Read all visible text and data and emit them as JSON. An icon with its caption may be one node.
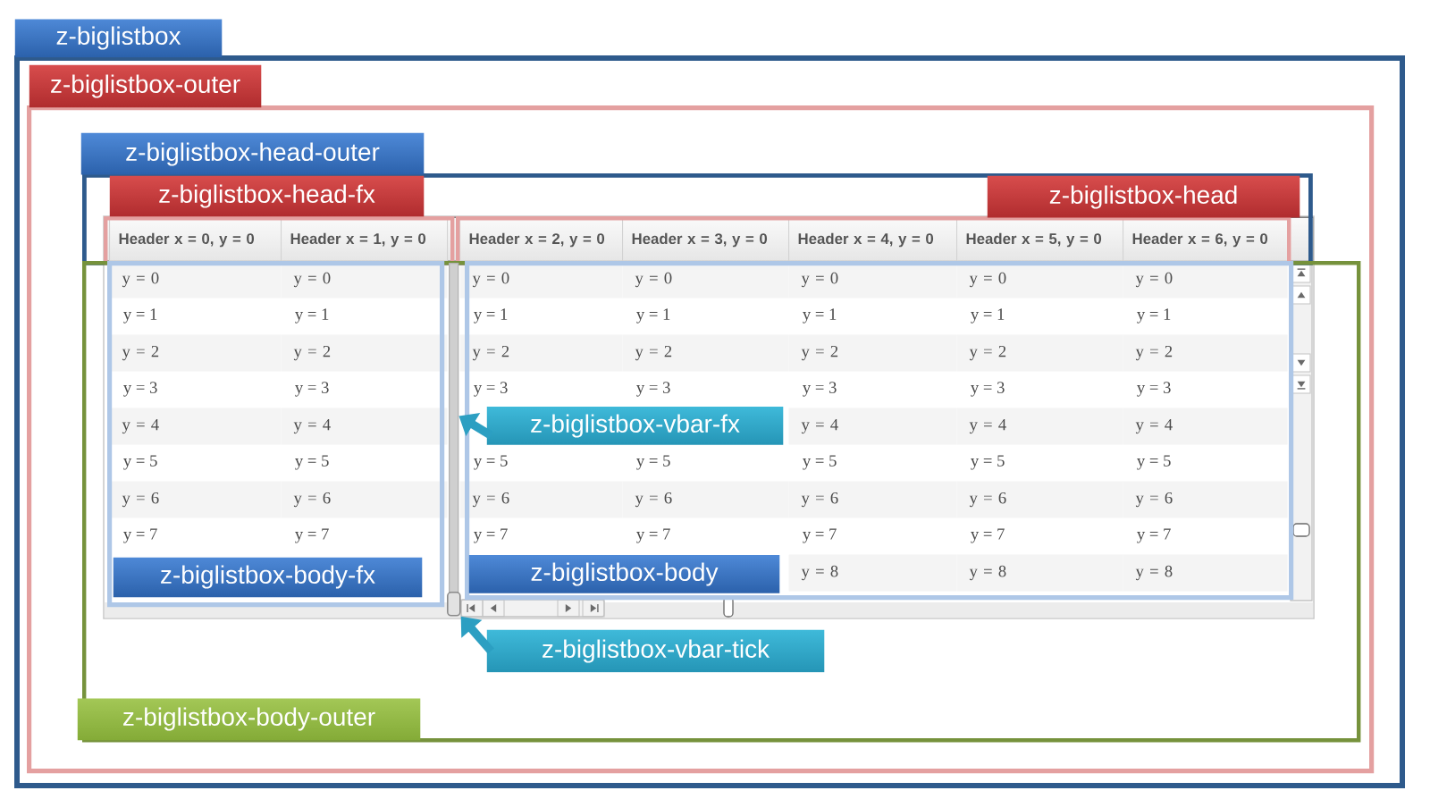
{
  "diagram": {
    "nodes": [
      {
        "text": [
          "z-biglistbox"
        ]
      },
      {
        "text": [
          "z-biglistbox-outer"
        ],
        "in": 0
      },
      {
        "text": [
          "z-biglistbox-head-outer"
        ],
        "in": 1
      },
      {
        "text": [
          "z-biglistbox-head-fx"
        ],
        "in": 2
      },
      {
        "text": [
          "z-biglistbox-head"
        ],
        "in": 2
      },
      {
        "text": [
          "z-biglistbox-body-outer"
        ],
        "in": 1
      },
      {
        "text": [
          "z-biglistbox-body-fx"
        ],
        "in": 5
      },
      {
        "text": [
          "z-biglistbox-body"
        ],
        "in": 5
      },
      {
        "text": [
          "z-biglistbox-vbar-fx"
        ],
        "in": 7
      },
      {
        "text": [],
        "shape": "bar",
        "in": 5
      },
      {
        "text": [
          "z-biglistbox-vbar-tick"
        ],
        "in": 5
      },
      {
        "text": [],
        "shape": "box",
        "in": 5
      }
    ],
    "edges": [
      {
        "from": 8,
        "to": 9,
        "arrow": "to"
      },
      {
        "from": 10,
        "to": 11,
        "arrow": "to"
      }
    ],
    "labels": [
      "Header x = 0, y = 0",
      "Header x = 1, y = 0",
      "Header x = 2, y = 0",
      "Header x = 3, y = 0",
      "Header x = 4, y = 0",
      "Header x = 5, y = 0",
      "Header x = 6, y = 0",
      "y = 0",
      "y = 0",
      "y = 0",
      "y = 0",
      "y = 0",
      "y = 0",
      "y = 0",
      "y = 1",
      "y = 1",
      "y = 1",
      "y = 1",
      "y = 1",
      "y = 1",
      "y = 1",
      "y = 2",
      "y = 2",
      "y = 2",
      "y = 2",
      "y = 2",
      "y = 2",
      "y = 2",
      "y = 3",
      "y = 3",
      "y = 3",
      "y = 3",
      "y = 3",
      "y = 3",
      "y = 3",
      "y = 4",
      "y = 4",
      "y = 4",
      "y = 4",
      "y = 4",
      "y = 5",
      "y = 5",
      "y = 5",
      "y = 5",
      "y = 5",
      "y = 5",
      "y = 5",
      "y = 6",
      "y = 6",
      "y = 6",
      "y = 6",
      "y = 6",
      "y = 6",
      "y = 6",
      "y = 7",
      "y = 7",
      "y = 7",
      "y = 7",
      "y = 7",
      "y = 7",
      "y = 7",
      "y = 8",
      "y = 8",
      "y = 8"
    ]
  }
}
